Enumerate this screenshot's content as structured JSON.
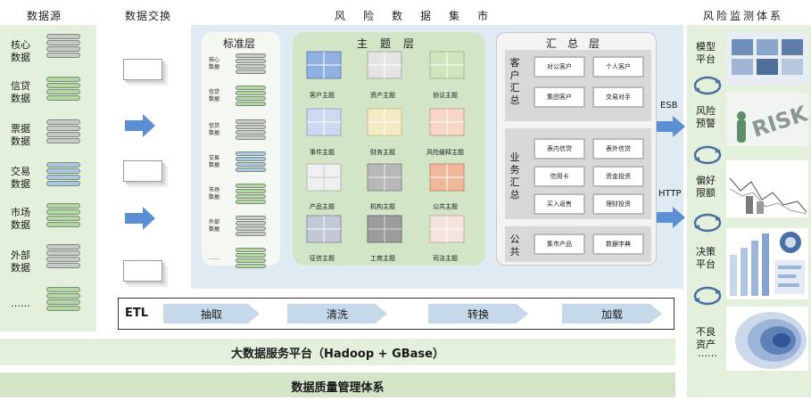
{
  "headers": {
    "sources": "数据源",
    "exchange": "数据交换",
    "mart": "风险数据集市",
    "risk_system": "风险监测体系"
  },
  "sources": [
    "核心数据",
    "信贷数据",
    "票据数据",
    "交易数据",
    "市场数据",
    "外部数据",
    "……"
  ],
  "standard_layer": {
    "title": "标准层",
    "items": [
      "核心数据",
      "信贷数据",
      "信贷数据",
      "交易数据",
      "市场数据",
      "外部数据",
      "……"
    ]
  },
  "theme_layer": {
    "title": "主题层",
    "items": [
      "客户主题",
      "资产主题",
      "协议主题",
      "事件主题",
      "财务主题",
      "风险缓释主题",
      "产品主题",
      "机构主题",
      "公共主题",
      "征信主题",
      "工商主题",
      "司法主题"
    ]
  },
  "summary_layer": {
    "title": "汇总层",
    "sections": [
      {
        "title": "客户汇总",
        "items": [
          "对公客户",
          "个人客户",
          "集团客户",
          "交易对手"
        ]
      },
      {
        "title": "业务汇总",
        "items": [
          "表内信贷",
          "表外信贷",
          "信用卡",
          "资金投资",
          "买入返售",
          "理财投资"
        ]
      },
      {
        "title": "公共",
        "items": [
          "集市产品",
          "数据字典"
        ]
      }
    ]
  },
  "protocols": {
    "esb": "ESB",
    "http": "HTTP"
  },
  "etl": {
    "label": "ETL",
    "steps": [
      "抽取",
      "清洗",
      "转换",
      "加载"
    ]
  },
  "bars": {
    "bigdata": "大数据服务平台（Hadoop + GBase）",
    "quality": "数据质量管理体系"
  },
  "risk_items": [
    "模型平台",
    "风险预警",
    "偏好限额",
    "决策平台",
    "不良资产",
    "……"
  ],
  "colors": {
    "green_panel": "#e3f0dc",
    "mart_bg": "#dfeaf3",
    "arrow": "#5b8fd1",
    "etl_step": "#c5d9ea"
  }
}
